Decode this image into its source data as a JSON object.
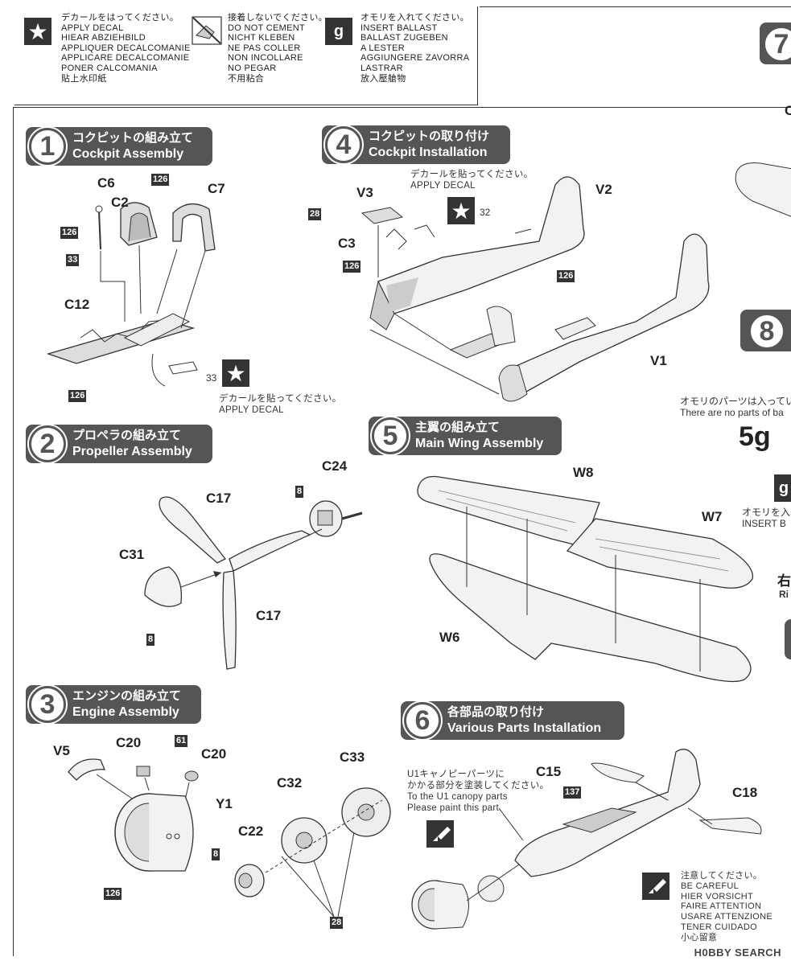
{
  "legend": {
    "decal": {
      "icon": "star-icon",
      "lines": [
        "デカールをはってください。",
        "APPLY DECAL",
        "HIEAR ABZIEHBILD",
        "APPLIQUER DECALCOMANIE",
        "APPLICARE DECALCOMANIE",
        "PONER CALCOMANIA",
        "貼上水印紙"
      ]
    },
    "cement": {
      "icon": "no-cement-icon",
      "lines": [
        "接着しないでください。",
        "DO NOT CEMENT",
        "NICHT KLEBEN",
        "NE PAS COLLER",
        "NON INCOLLARE",
        "NO PEGAR",
        "不用粘合"
      ]
    },
    "ballast": {
      "icon": "weight-icon",
      "icon_letter": "g",
      "lines": [
        "オモリを入れてください。",
        "INSERT BALLAST",
        "BALLAST ZUGEBEN",
        "A LESTER",
        "AGGIUNGERE ZAVORRA",
        "LASTRAR",
        "放入壓艙物"
      ]
    }
  },
  "steps": {
    "s1": {
      "num": "1",
      "jp": "コクピットの組み立て",
      "en": "Cockpit Assembly"
    },
    "s2": {
      "num": "2",
      "jp": "プロペラの組み立て",
      "en": "Propeller Assembly"
    },
    "s3": {
      "num": "3",
      "jp": "エンジンの組み立て",
      "en": "Engine Assembly"
    },
    "s4": {
      "num": "4",
      "jp": "コクピットの取り付け",
      "en": "Cockpit Installation"
    },
    "s5": {
      "num": "5",
      "jp": "主翼の組み立て",
      "en": "Main Wing Assembly"
    },
    "s6": {
      "num": "6",
      "jp": "各部品の取り付け",
      "en": "Various Parts Installation"
    },
    "s7": {
      "num": "7"
    },
    "s8": {
      "num": "8"
    }
  },
  "parts": {
    "C6": "C6",
    "C2": "C2",
    "C7": "C7",
    "C12": "C12",
    "V3": "V3",
    "C3": "C3",
    "V2": "V2",
    "V1": "V1",
    "C17a": "C17",
    "C17b": "C17",
    "C24": "C24",
    "C31": "C31",
    "W8": "W8",
    "W7": "W7",
    "W6": "W6",
    "V5": "V5",
    "C20a": "C20",
    "C20b": "C20",
    "Y1": "Y1",
    "C33": "C33",
    "C32": "C32",
    "C22": "C22",
    "C15": "C15",
    "C18": "C18"
  },
  "paint_tags": {
    "t126_1": "126",
    "t126_2": "126",
    "t33": "33",
    "t126_3": "126",
    "t28_4": "28",
    "t126_4": "126",
    "t126_5": "126",
    "t8_2a": "8",
    "t8_2b": "8",
    "t61": "61",
    "t126_6": "126",
    "t8_3": "8",
    "t28_3": "28",
    "t137": "137"
  },
  "decal_refs": {
    "d33": "33",
    "d32": "32"
  },
  "notes": {
    "decal_apply_1_jp": "デカールを貼ってください。",
    "decal_apply_1_en": "APPLY DECAL",
    "decal_apply_4_jp": "デカールを貼ってください。",
    "decal_apply_4_en": "APPLY DECAL",
    "canopy_jp1": "U1キャノピーパーツに",
    "canopy_jp2": "かかる部分を塗装してください。",
    "canopy_en1": "To the U1 canopy parts",
    "canopy_en2": "Please paint this part.",
    "careful": [
      "注意してください。",
      "BE CAREFUL",
      "HIER VORSICHT",
      "FAIRE ATTENTION",
      "USARE ATTENZIONE",
      "TENER CUIDADO",
      "小心留意"
    ]
  },
  "right_panel": {
    "ballast_note_jp": "オモリのパーツは入ってい",
    "ballast_note_en": "There are no parts of ba",
    "weight": "5g",
    "insert_jp": "オモリを入れ",
    "insert_en": "INSERT B",
    "right_jp": "右",
    "right_en": "Ri",
    "c_partial": "C"
  },
  "watermark": "H0BBY SEARCH"
}
